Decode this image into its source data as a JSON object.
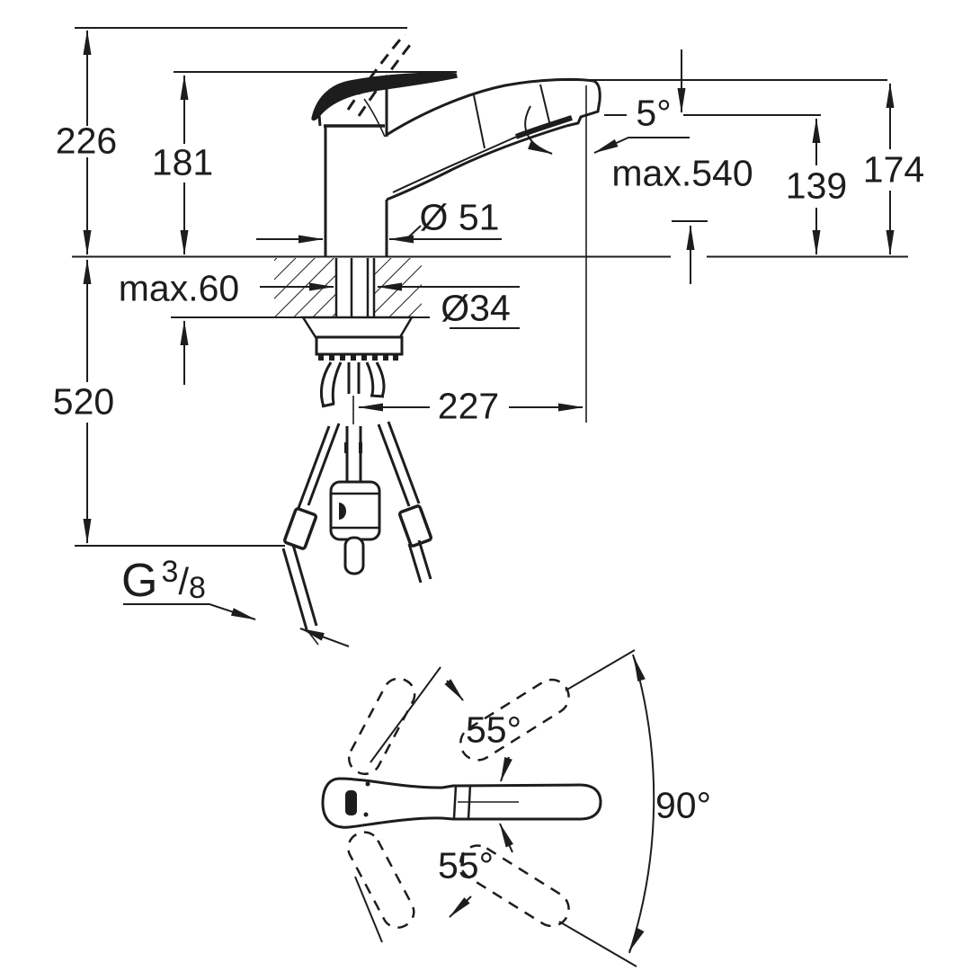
{
  "front_view": {
    "height_total": "226",
    "height_to_lever": "181",
    "height_spout_top": "174",
    "height_outlet": "139",
    "spout_angle": "5°",
    "pullout_max": "max.540",
    "base_diameter": "Ø 51",
    "deck_thickness_max": "max.60",
    "hole_diameter": "Ø34",
    "hose_length_below": "520",
    "spout_reach": "227",
    "thread": {
      "prefix": "G",
      "numerator": "3",
      "slash": "/",
      "denominator": "8"
    }
  },
  "top_view": {
    "swivel_upper": "55°",
    "swivel_lower": "55°",
    "swivel_total": "90°"
  },
  "style": {
    "ink": "#1d1d1d",
    "background": "#ffffff"
  }
}
